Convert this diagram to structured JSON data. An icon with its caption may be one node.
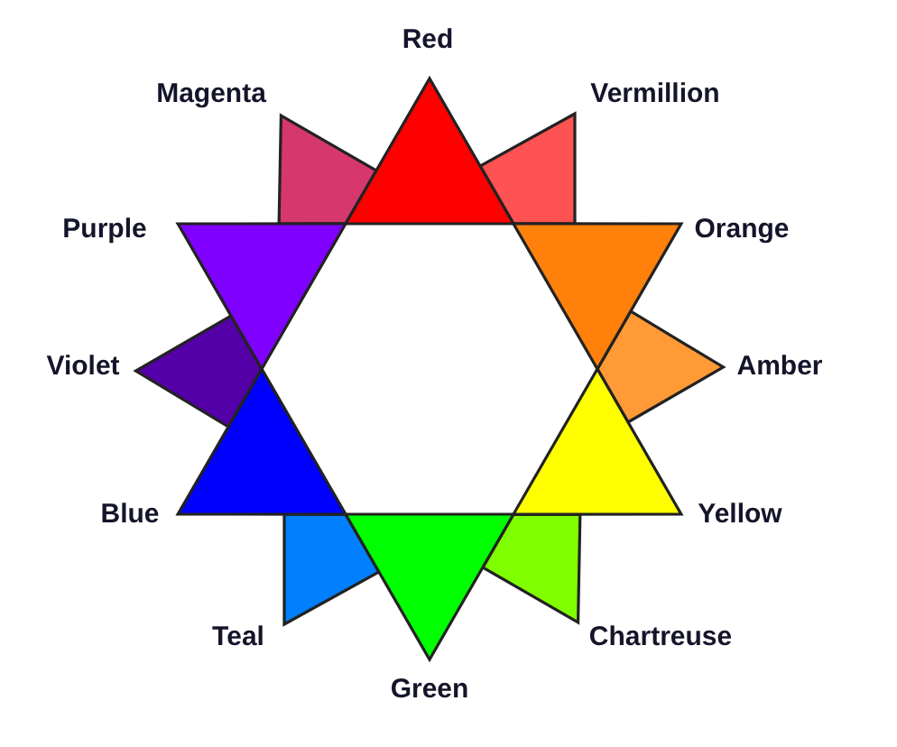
{
  "diagram": {
    "nodes": [
      {
        "text": [],
        "shape": "triangle",
        "beside": [
          "Red"
        ]
      },
      {
        "text": [],
        "shape": "quadrilateral",
        "beside": [
          "Magenta"
        ]
      },
      {
        "text": [],
        "shape": "quadrilateral",
        "beside": [
          "Vermillion"
        ]
      },
      {
        "text": [],
        "shape": "triangle",
        "beside": [
          "Purple"
        ]
      },
      {
        "text": [],
        "shape": "triangle",
        "beside": [
          "Orange"
        ]
      },
      {
        "text": [],
        "shape": "quadrilateral",
        "beside": [
          "Violet"
        ]
      },
      {
        "text": [],
        "shape": "quadrilateral",
        "beside": [
          "Amber"
        ]
      },
      {
        "text": [],
        "shape": "triangle",
        "beside": [
          "Blue"
        ]
      },
      {
        "text": [],
        "shape": "triangle",
        "beside": [
          "Yellow"
        ]
      },
      {
        "text": [],
        "shape": "quadrilateral",
        "beside": [
          "Teal"
        ]
      },
      {
        "text": [],
        "shape": "quadrilateral",
        "beside": [
          "Chartreuse"
        ]
      },
      {
        "text": [],
        "shape": "triangle",
        "beside": [
          "Green"
        ]
      }
    ]
  }
}
